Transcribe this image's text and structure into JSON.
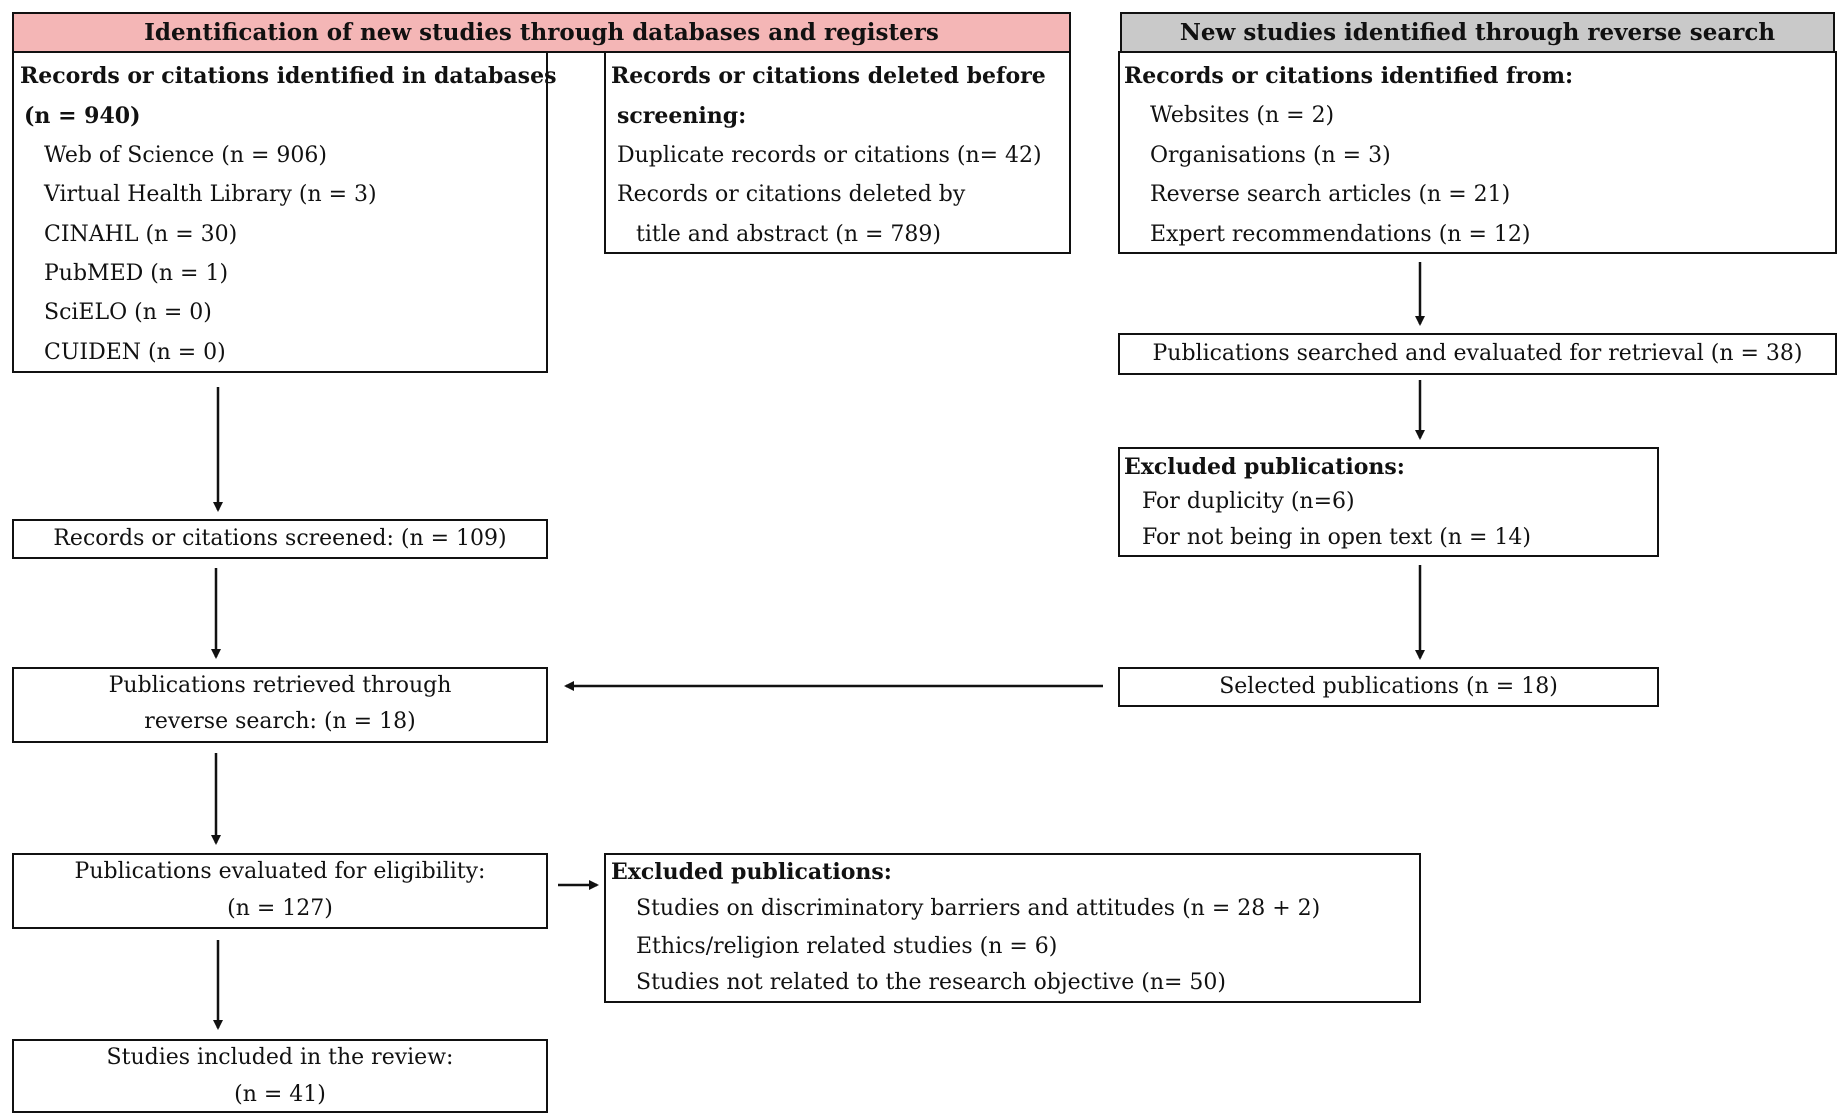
{
  "headers": {
    "left": "Identification of new studies through databases and registers",
    "right": "New studies identified through reverse search",
    "left_color": "#f4b6b6",
    "right_color": "#c9c9c9"
  },
  "db_box": {
    "title": "Records or citations identified in databases",
    "total": "(n = 940)",
    "items": [
      "Web of Science (n = 906)",
      "Virtual Health Library (n = 3)",
      "CINAHL (n = 30)",
      "PubMED (n = 1)",
      "SciELO (n = 0)",
      "CUIDEN (n = 0)"
    ]
  },
  "deleted_box": {
    "title_1": "Records or citations deleted before",
    "title_2": "screening:",
    "items": [
      "Duplicate records or citations (n= 42)",
      "Records or citations deleted by",
      "title and abstract (n = 789)"
    ]
  },
  "reverse_box": {
    "title": "Records or citations identified from:",
    "items": [
      "Websites (n = 2)",
      "Organisations (n = 3)",
      "Reverse search articles (n = 21)",
      "Expert recommendations (n = 12)"
    ]
  },
  "searched": "Publications searched and evaluated for retrieval (n = 38)",
  "excluded_right": {
    "title": "Excluded publications:",
    "items": [
      "For duplicity (n=6)",
      "For not being in open text (n = 14)"
    ]
  },
  "selected": "Selected publications (n = 18)",
  "screened": "Records or citations screened: (n = 109)",
  "retrieved": {
    "line1": "Publications retrieved through",
    "line2": "reverse search: (n = 18)"
  },
  "eligibility": {
    "line1": "Publications evaluated for eligibility:",
    "line2": "(n = 127)"
  },
  "excluded_bottom": {
    "title": "Excluded publications:",
    "items": [
      "Studies on discriminatory barriers and attitudes (n = 28 + 2)",
      "Ethics/religion related studies (n = 6)",
      "Studies not related to the research objective (n= 50)"
    ]
  },
  "included": {
    "line1": "Studies included in the review:",
    "line2": "(n = 41)"
  }
}
